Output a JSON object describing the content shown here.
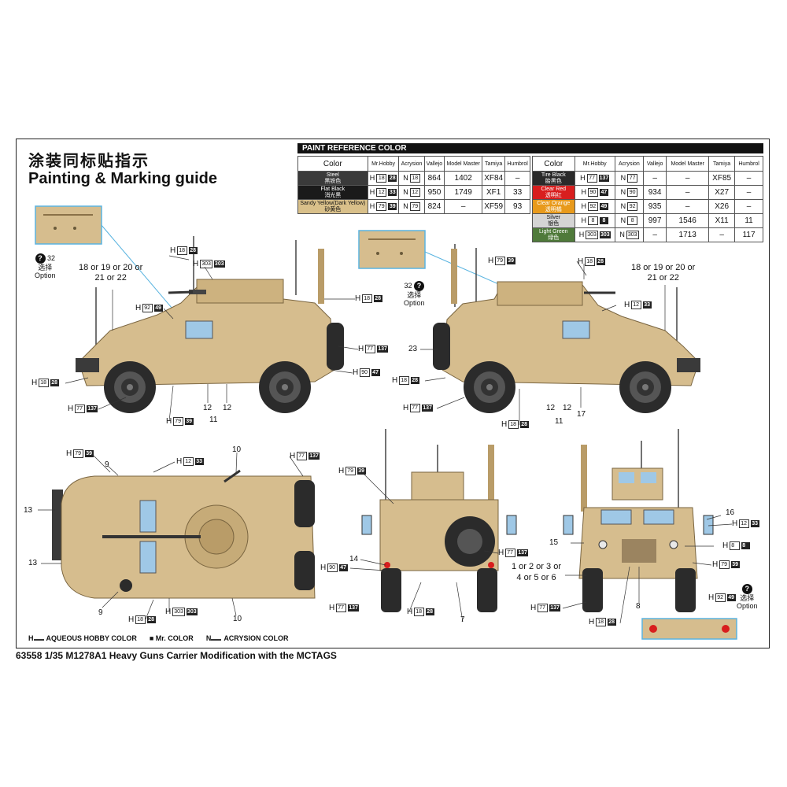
{
  "heading": {
    "cn": "涂装同标贴指示",
    "en": "Painting & Marking guide"
  },
  "ref_title": "PAINT  REFERENCE COLOR",
  "table_headers": [
    "Color",
    "Mr.Hobby",
    "Acrysion",
    "Vallejo",
    "Model Master",
    "Tamiya",
    "Humbrol"
  ],
  "left_rows": [
    {
      "name": "Steel",
      "cn": "黑铁色",
      "bg": "#3a3a3a",
      "fg": "#ffffff",
      "h": "18",
      "hd": "28",
      "n": "18",
      "vallejo": "864",
      "mm": "1402",
      "tamiya": "XF84",
      "humbrol": "–"
    },
    {
      "name": "Flat Black",
      "cn": "消光黑",
      "bg": "#1a1a1a",
      "fg": "#ffffff",
      "h": "12",
      "hd": "33",
      "n": "12",
      "vallejo": "950",
      "mm": "1749",
      "tamiya": "XF1",
      "humbrol": "33"
    },
    {
      "name": "Sandy Yellow(Dark Yellow)",
      "cn": "砂黄色",
      "bg": "#d9c08a",
      "fg": "#111111",
      "h": "79",
      "hd": "39",
      "n": "79",
      "vallejo": "824",
      "mm": "–",
      "tamiya": "XF59",
      "humbrol": "93"
    }
  ],
  "right_rows": [
    {
      "name": "Tire Black",
      "cn": "胎黑色",
      "bg": "#2a2a2a",
      "fg": "#ffffff",
      "h": "77",
      "hd": "137",
      "n": "77",
      "vallejo": "–",
      "mm": "–",
      "tamiya": "XF85",
      "humbrol": "–"
    },
    {
      "name": "Clear Red",
      "cn": "透明红",
      "bg": "#d81e1e",
      "fg": "#ffffff",
      "h": "90",
      "hd": "47",
      "n": "90",
      "vallejo": "934",
      "mm": "–",
      "tamiya": "X27",
      "humbrol": "–"
    },
    {
      "name": "Clear Orange",
      "cn": "透明橘",
      "bg": "#e89a1c",
      "fg": "#ffffff",
      "h": "92",
      "hd": "49",
      "n": "92",
      "vallejo": "935",
      "mm": "–",
      "tamiya": "X26",
      "humbrol": "–"
    },
    {
      "name": "Silver",
      "cn": "银色",
      "bg": "#d4d4d4",
      "fg": "#111111",
      "h": "8",
      "hd": "8",
      "n": "8",
      "vallejo": "997",
      "mm": "1546",
      "tamiya": "X11",
      "humbrol": "11"
    },
    {
      "name": "Light Green",
      "cn": "绿色",
      "bg": "#4f7a3a",
      "fg": "#ffffff",
      "h": "303",
      "hd": "303",
      "n": "303",
      "vallejo": "–",
      "mm": "1713",
      "tamiya": "–",
      "humbrol": "117"
    }
  ],
  "callouts": {
    "h18_28": {
      "h": "H",
      "a": "18",
      "b": "28"
    },
    "h303": {
      "h": "H",
      "a": "303",
      "b": "303"
    },
    "h92_49": {
      "h": "H",
      "a": "92",
      "b": "49"
    },
    "h77_137": {
      "h": "H",
      "a": "77",
      "b": "137"
    },
    "h90_47": {
      "h": "H",
      "a": "90",
      "b": "47"
    },
    "h79_39": {
      "h": "H",
      "a": "79",
      "b": "39"
    },
    "h12_33": {
      "h": "H",
      "a": "12",
      "b": "33"
    },
    "h8_8": {
      "h": "H",
      "a": "8",
      "b": "8"
    }
  },
  "texts": {
    "opt_num": "32",
    "option": "Option",
    "cn_option": "选择",
    "antenna_left": "18 or 19 or 20 or\n21 or 22",
    "antenna_right": "18 or 19 or 20 or\n21 or 22",
    "n23": "23",
    "n12": "12",
    "n11": "11",
    "n17": "17",
    "n9": "9",
    "n10": "10",
    "n13": "13",
    "n14": "14",
    "n7": "7",
    "n16": "16",
    "n15": "15",
    "n8": "8",
    "wheel_choice": "1 or 2 or 3 or\n4 or 5 or 6"
  },
  "legend": {
    "hobby_mark": "H",
    "hobby": "AQUEOUS HOBBY COLOR",
    "mr_mark": "■",
    "mr": "Mr. COLOR",
    "acry_mark": "N",
    "acry": "ACRYSION COLOR"
  },
  "footer": "63558 1/35 M1278A1 Heavy Guns Carrier Modification with the MCTAGS",
  "colors": {
    "sand": "#d6bd8e",
    "sand_dark": "#b99c68",
    "tire": "#2b2b2b",
    "glass": "#9fc8e6",
    "leader_blue": "#5ab4e0"
  }
}
